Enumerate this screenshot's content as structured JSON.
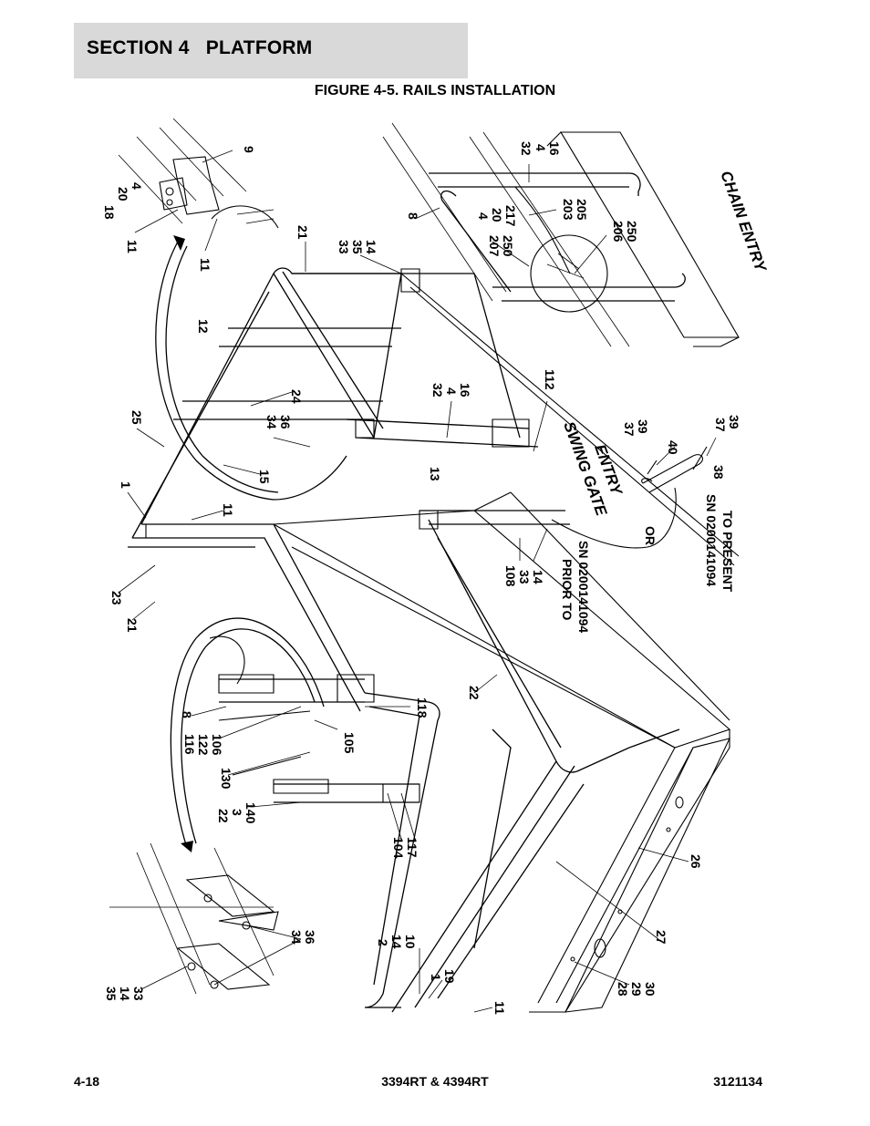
{
  "header": {
    "section_title": "SECTION 4   PLATFORM",
    "figure_title": "FIGURE 4-5. RAILS INSTALLATION"
  },
  "footer": {
    "page_number": "4-18",
    "model": "3394RT & 4394RT",
    "doc_number": "3121134"
  },
  "notes": {
    "prior_line1": "PRIOR TO",
    "prior_line2": "SN 0200141094",
    "present_line1": "SN 0200141094",
    "present_line2": "TO PRESENT",
    "or": "OR",
    "chain_entry": "CHAIN ENTRY",
    "swing_gate_line1": "SWING GATE",
    "swing_gate_line2": "ENTRY"
  },
  "callouts": [
    "9",
    "18",
    "20",
    "4",
    "11",
    "11",
    "21",
    "12",
    "8",
    "32",
    "4",
    "16",
    "4",
    "20",
    "217",
    "203",
    "205",
    "207",
    "250",
    "206",
    "250",
    "33",
    "35",
    "14",
    "25",
    "24",
    "32",
    "4",
    "16",
    "112",
    "34",
    "36",
    "15",
    "1",
    "11",
    "13",
    "37",
    "39",
    "40",
    "37",
    "39",
    "38",
    "23",
    "21",
    "108",
    "33",
    "14",
    "116",
    "122",
    "106",
    "8",
    "105",
    "118",
    "22",
    "130",
    "22",
    "3",
    "140",
    "104",
    "117",
    "26",
    "27",
    "35",
    "14",
    "33",
    "34",
    "36",
    "2",
    "14",
    "10",
    "1",
    "19",
    "11",
    "28",
    "29",
    "30"
  ]
}
